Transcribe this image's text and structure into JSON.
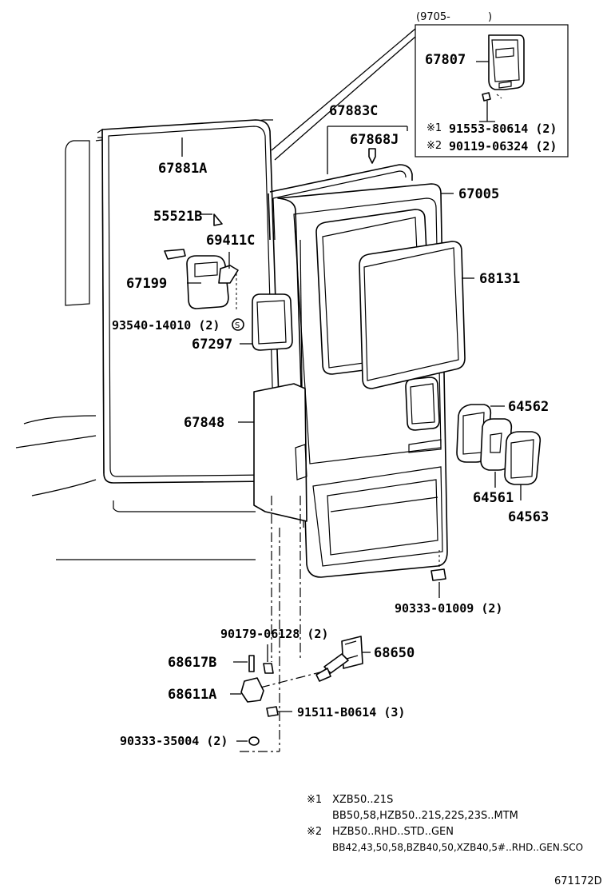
{
  "inset": {
    "header": "(9705-",
    "header_close": ")"
  },
  "parts": [
    {
      "id": "p67807",
      "label": "67807"
    },
    {
      "id": "p91553",
      "label": "91553-80614 (2)",
      "mark": "※1"
    },
    {
      "id": "p90119",
      "label": "90119-06324 (2)",
      "mark": "※2"
    },
    {
      "id": "p67883C",
      "label": "67883C"
    },
    {
      "id": "p67868J",
      "label": "67868J"
    },
    {
      "id": "p67881A",
      "label": "67881A"
    },
    {
      "id": "p67005",
      "label": "67005"
    },
    {
      "id": "p55521B",
      "label": "55521B"
    },
    {
      "id": "p69411C",
      "label": "69411C"
    },
    {
      "id": "p68131",
      "label": "68131"
    },
    {
      "id": "p67199",
      "label": "67199"
    },
    {
      "id": "p93540",
      "label": "93540-14010 (2)",
      "mark": "S"
    },
    {
      "id": "p67297",
      "label": "67297"
    },
    {
      "id": "p64562",
      "label": "64562"
    },
    {
      "id": "p67848",
      "label": "67848"
    },
    {
      "id": "p64561",
      "label": "64561"
    },
    {
      "id": "p64563",
      "label": "64563"
    },
    {
      "id": "p90333a",
      "label": "90333-01009 (2)"
    },
    {
      "id": "p90179",
      "label": "90179-06128 (2)"
    },
    {
      "id": "p68650",
      "label": "68650"
    },
    {
      "id": "p68617B",
      "label": "68617B"
    },
    {
      "id": "p68611A",
      "label": "68611A"
    },
    {
      "id": "p91511",
      "label": "91511-B0614 (3)"
    },
    {
      "id": "p90333b",
      "label": "90333-35004 (2)"
    }
  ],
  "notes": [
    {
      "mark": "※1",
      "line1": "XZB50..21S",
      "line2": "BB50,58,HZB50..21S,22S,23S..MTM"
    },
    {
      "mark": "※2",
      "line1": "HZB50..RHD..STD..GEN",
      "line2": "BB42,43,50,58,BZB40,50,XZB40,5#..RHD..GEN.SCO"
    }
  ],
  "diagram_id": "671172D"
}
